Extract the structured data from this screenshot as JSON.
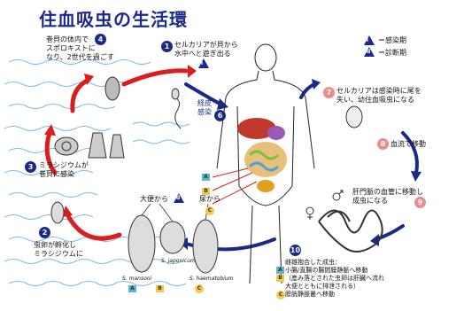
{
  "title": "住血吸虫の生活環",
  "legend": {
    "infective_label": "＝感染期",
    "infective_symbol": "i",
    "diagnostic_label": "＝診断期",
    "diagnostic_symbol": "d"
  },
  "steps": {
    "s1": {
      "num": "1",
      "text": "セルカリアが貝から\n水中へと遊ぎ出る"
    },
    "s2": {
      "num": "2",
      "text": "虫卵が孵化し\nミラシジウムに"
    },
    "s3": {
      "num": "3",
      "text": "ミラシジウムが\n巻貝に感染"
    },
    "s4": {
      "num": "4",
      "text": "巻貝の体内で\nスポロキストに\nなり、2世代を過ごす"
    },
    "s6": {
      "num": "6",
      "text": "経皮\n感染"
    },
    "s7": {
      "num": "7",
      "text": "セルカリアは感染時に尾を\n失い、幼住血吸虫になる"
    },
    "s8": {
      "num": "8",
      "text": "血流で移動"
    },
    "s9": {
      "num": "9",
      "text": "肝門脈の血管に移動し\n成虫になる"
    },
    "s10": {
      "num": "10",
      "text": "雌雄抱合した成虫：\n小腸/直腸の腸間膜静脈へ移動\n（産み落とされた虫卵は肝臓へ流れ\n大便とともに排泄される）\n膀胱静脈叢へ移動"
    }
  },
  "eggs": {
    "stool_label": "大便から",
    "urine_label": "尿から",
    "species": [
      "S. mansoni",
      "S. japonicum",
      "S. haematobium"
    ]
  },
  "markers": {
    "a": "A",
    "b": "B",
    "c": "C",
    "symbol_i": "i",
    "symbol_d": "d"
  },
  "colors": {
    "navy": "#1b2a8a",
    "red": "#d81e1e",
    "pink": "#f08a8a",
    "water": "#4a9fd8",
    "teal": "#5cb8c8",
    "yellow": "#f2c94c"
  }
}
